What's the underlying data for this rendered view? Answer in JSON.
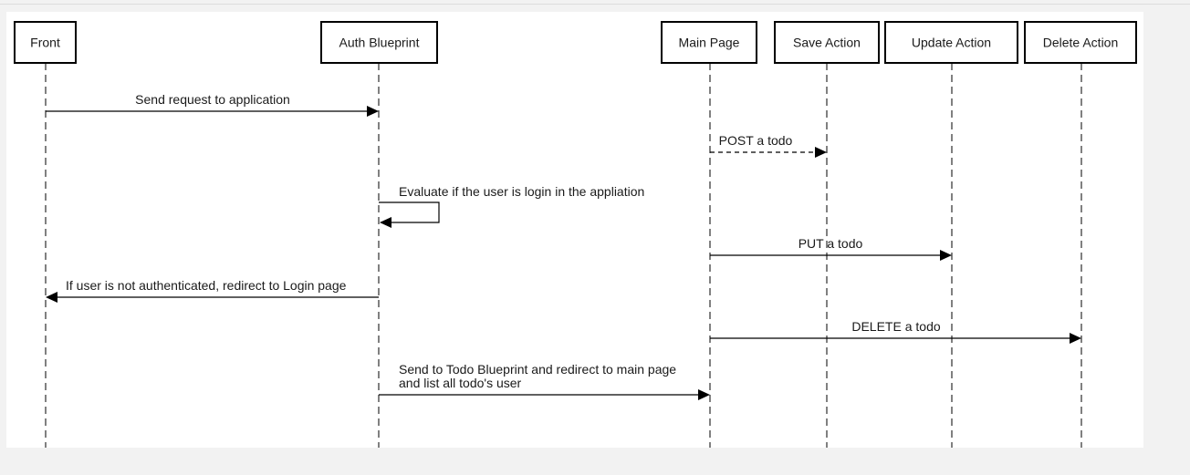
{
  "diagram": {
    "type": "sequence",
    "participants": [
      {
        "id": "front",
        "label": "Front"
      },
      {
        "id": "auth",
        "label": "Auth Blueprint"
      },
      {
        "id": "main",
        "label": "Main Page"
      },
      {
        "id": "save",
        "label": "Save Action"
      },
      {
        "id": "update",
        "label": "Update Action"
      },
      {
        "id": "delete",
        "label": "Delete Action"
      }
    ],
    "messages": [
      {
        "from": "front",
        "to": "auth",
        "lines": [
          "Send request to application"
        ],
        "style": "solid"
      },
      {
        "from": "main",
        "to": "save",
        "lines": [
          "POST a todo"
        ],
        "style": "dashed"
      },
      {
        "from": "auth",
        "to": "auth",
        "lines": [
          "Evaluate if the user is login in the appliation"
        ],
        "style": "solid"
      },
      {
        "from": "main",
        "to": "update",
        "lines": [
          "PUT a todo"
        ],
        "style": "solid"
      },
      {
        "from": "auth",
        "to": "front",
        "lines": [
          "If user is not authenticated, redirect to Login page"
        ],
        "style": "solid"
      },
      {
        "from": "main",
        "to": "delete",
        "lines": [
          "DELETE a todo"
        ],
        "style": "solid"
      },
      {
        "from": "auth",
        "to": "main",
        "lines": [
          "Send to Todo Blueprint and redirect to main page",
          " and list all todo's user"
        ],
        "style": "solid"
      }
    ]
  }
}
